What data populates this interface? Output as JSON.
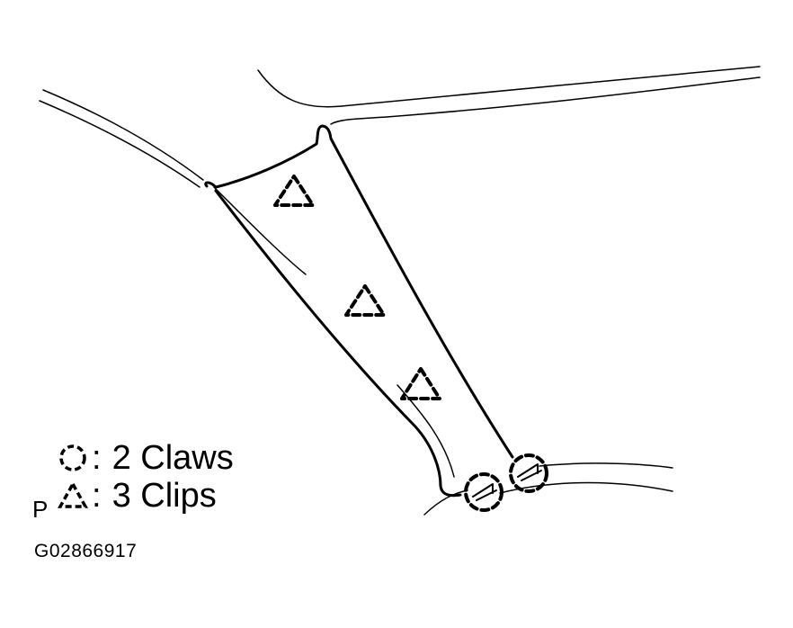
{
  "legend": {
    "claws": {
      "icon": "dashed-circle-icon",
      "label": "2 Claws"
    },
    "clips": {
      "icon": "dashed-triangle-icon",
      "label": "3 Clips"
    },
    "separator": ":"
  },
  "corner_marker": "P",
  "figure_id": "G02866917",
  "colors": {
    "line": "#000000",
    "background": "#ffffff"
  }
}
